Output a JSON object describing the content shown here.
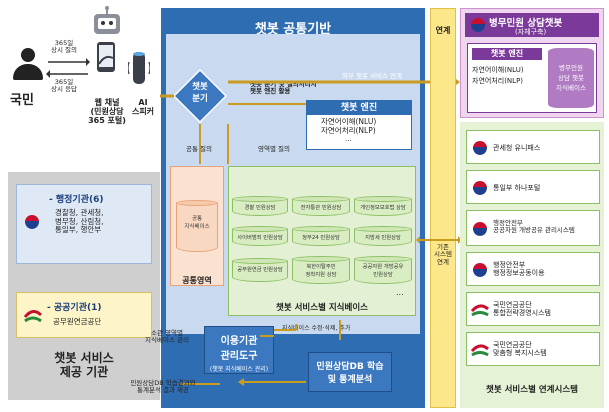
{
  "left": {
    "citizen_label": "국민",
    "query_label": "365일\n상시 질의",
    "answer_label": "365일\n상시 응답",
    "web_channel": "웹 채널\n(민원상담\n365 포털)",
    "ai_speaker": "AI\n스피커"
  },
  "providers": {
    "gov_title": "- 행정기관(6)",
    "gov_list": "경찰청, 관세청,\n병무청, 산림청,\n통일부, 행안부",
    "public_title": "- 공공기관(1)",
    "public_list": "공무원연금공단",
    "footer": "챗봇 서비스\n제공 기관"
  },
  "platform": {
    "title": "챗봇 공통기반",
    "branch": "챗봇\n분기",
    "branch_desc": "챗봇 분기 및 질의처리시\n챗봇 엔진 활용",
    "external_link": "외부 챗봇 서비스 연계",
    "engine": {
      "title": "챗봇 엔진",
      "nlu": "자연어이해(NLU)",
      "nlp": "자연어처리(NLP)",
      "more": "..."
    },
    "common_query": "공통 질의",
    "area_query": "영역별 질의",
    "common_db": "공통\n지식베이스",
    "common_area": "공통영역",
    "kb_items": [
      "경찰 민원상담",
      "전자통관 민원상담",
      "개인정보보호법 상담",
      "사이버범죄 민원상담",
      "정부24 민원상담",
      "지방세 민원상담",
      "공무원연금 민원상담",
      "북한이탈주민\n정착지원 상담",
      "공공자원 개방공유\n민원상담"
    ],
    "kb_title": "챗봇 서비스별 지식베이스",
    "kb_dots": "...",
    "kb_manage": "지식베이스 수정·삭제, 추가",
    "admin_tool": "이용기관\n관리도구",
    "admin_sub": "(챗봇 지식베이스 관리)",
    "admin_left_label": "소관 영역별\n지식베이스 관리",
    "db_learning": "민원상담DB 학습\n및 통계분석",
    "db_result_label": "민원상담DB 학습결과와\n통계분석 결과 제공"
  },
  "link_col": "연계",
  "existing_link": "기존\n시스템\n연계",
  "right": {
    "title": "병무민원 상담챗봇",
    "subtitle": "(자체구축)",
    "engine_title": "챗봇 엔진",
    "engine_nlu": "자연어이해(NLU)",
    "engine_nlp": "자연어처리(NLP)",
    "engine_kb": "병무민원\n상담 챗봇\n지식베이스",
    "systems": [
      "관세청 유니패스",
      "통일부 하나포털",
      "행정안전부\n공공자원 개방공유 관리시스템",
      "행정안전부\n행정정보공동이용",
      "국민연금공단\n통합전략경영시스템",
      "국민연금공단\n맞춤형 복지시스템"
    ],
    "footer": "챗봇 서비스별 연계시스템"
  }
}
